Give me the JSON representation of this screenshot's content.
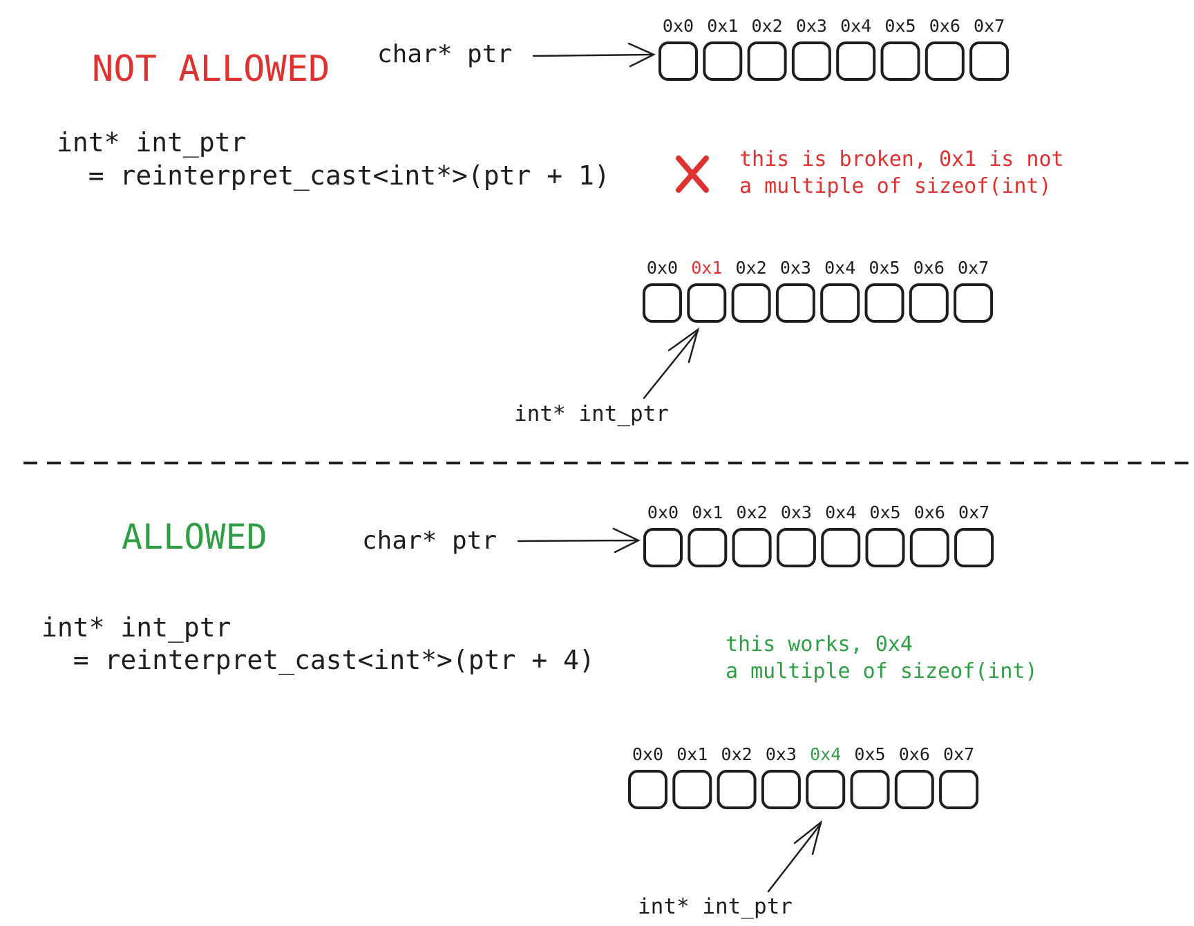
{
  "colors": {
    "ink": "#1e1e1e",
    "red": "#e03131",
    "green": "#2f9e44"
  },
  "not_allowed": {
    "heading": "NOT ALLOWED",
    "char_ptr_label": "char* ptr",
    "code_line1": "int* int_ptr",
    "code_line2": "  = reinterpret_cast<int*>(ptr + 1)",
    "cross_icon": "x-mark-icon",
    "note_line1": "this is broken, 0x1 is not",
    "note_line2": "a multiple of sizeof(int)",
    "int_ptr_label": "int* int_ptr",
    "highlight_index": 1
  },
  "allowed": {
    "heading": "ALLOWED",
    "char_ptr_label": "char* ptr",
    "code_line1": "int* int_ptr",
    "code_line2": "  = reinterpret_cast<int*>(ptr + 4)",
    "note_line1": "this works, 0x4",
    "note_line2": "a multiple of sizeof(int)",
    "int_ptr_label": "int* int_ptr",
    "highlight_index": 4
  },
  "addresses": [
    "0x0",
    "0x1",
    "0x2",
    "0x3",
    "0x4",
    "0x5",
    "0x6",
    "0x7"
  ]
}
